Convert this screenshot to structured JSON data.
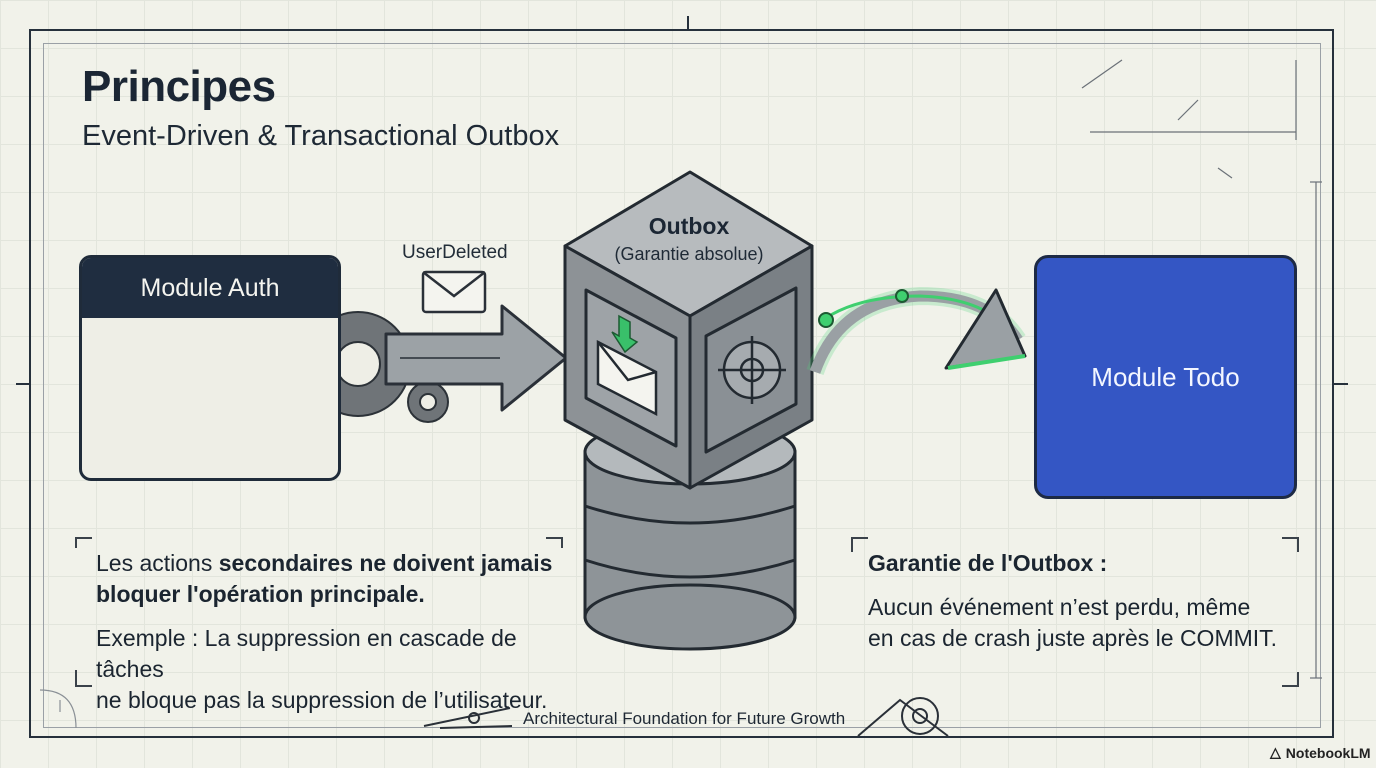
{
  "header": {
    "title": "Principes",
    "subtitle": "Event-Driven & Transactional Outbox"
  },
  "diagram": {
    "auth_module": "Module Auth",
    "event_label": "UserDeleted",
    "outbox_title": "Outbox",
    "outbox_subtitle": "(Garantie absolue)",
    "todo_module": "Module Todo"
  },
  "left_note": {
    "line1_plain": "Les actions ",
    "line1_bold": "secondaires ne doivent jamais",
    "line2_bold": "bloquer l'opération principale.",
    "example_line1": "Exemple : La suppression en cascade de tâches",
    "example_line2": "ne bloque pas la suppression de l’utilisateur."
  },
  "right_note": {
    "heading": "Garantie de l'Outbox :",
    "line1": "Aucun événement n’est perdu, même",
    "line2": "en cas de crash juste après le COMMIT."
  },
  "footer": "Architectural Foundation for Future Growth",
  "brand": "NotebookLM",
  "colors": {
    "navy": "#1f2d40",
    "todo_blue": "#3456c4",
    "glow_green": "#4fd27a",
    "delete_red": "#d9694a"
  }
}
